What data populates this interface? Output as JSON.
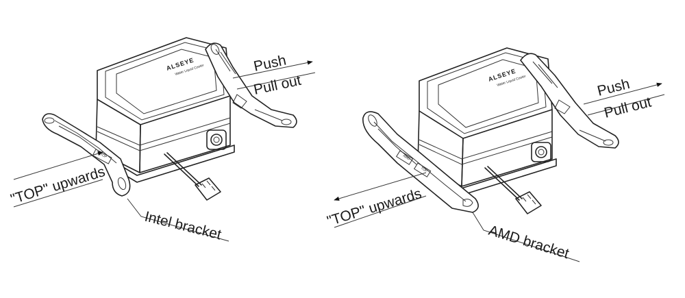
{
  "left_figure": {
    "brand": "ALSEYE",
    "subtitle": "Water Liquid Cooler",
    "push_label": "Push",
    "pull_label": "Pull out",
    "top_label": "\"TOP\" upwards",
    "bracket_label": "Intel bracket",
    "stamp": "TOP"
  },
  "right_figure": {
    "brand": "ALSEYE",
    "subtitle": "Water Liquid Cooler",
    "push_label": "Push",
    "pull_label": "Pull out",
    "top_label": "\"TOP\" upwards",
    "bracket_label": "AMD bracket",
    "stamp_a": "AMD",
    "stamp_b": "TOP"
  }
}
